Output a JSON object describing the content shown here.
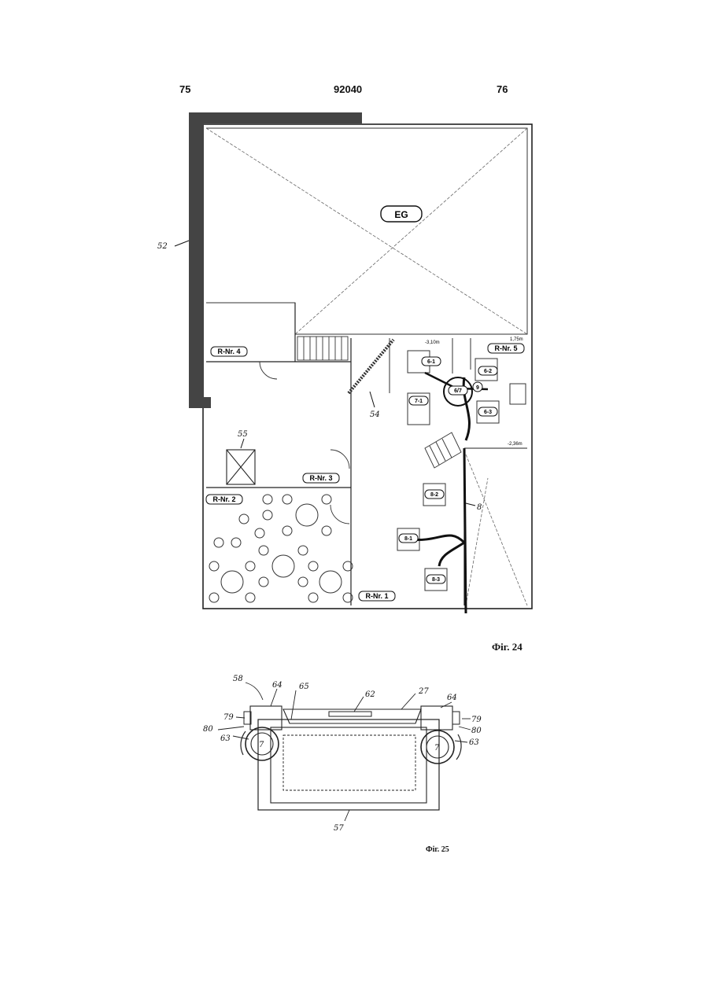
{
  "header": {
    "left_page": "75",
    "center_number": "92040",
    "right_page": "76"
  },
  "figure24": {
    "caption": "Фіг. 24",
    "room_label": "EG",
    "rooms": [
      "R-Nr. 1",
      "R-Nr. 2",
      "R-Nr. 3",
      "R-Nr. 4",
      "R-Nr. 5"
    ],
    "refs": [
      "52",
      "54",
      "55",
      "8"
    ],
    "tables": [
      "6-1",
      "6-2",
      "6-3",
      "6/7",
      "7-1",
      "8-1",
      "8-2",
      "8-3"
    ],
    "dims": [
      "-3,10m",
      "1,75m",
      "-2,36m"
    ],
    "node": "9"
  },
  "figure25": {
    "caption": "Фіг. 25",
    "refs": [
      "58",
      "64",
      "65",
      "62",
      "27",
      "64",
      "79",
      "80",
      "63",
      "7",
      "7",
      "79",
      "80",
      "63",
      "57"
    ]
  }
}
